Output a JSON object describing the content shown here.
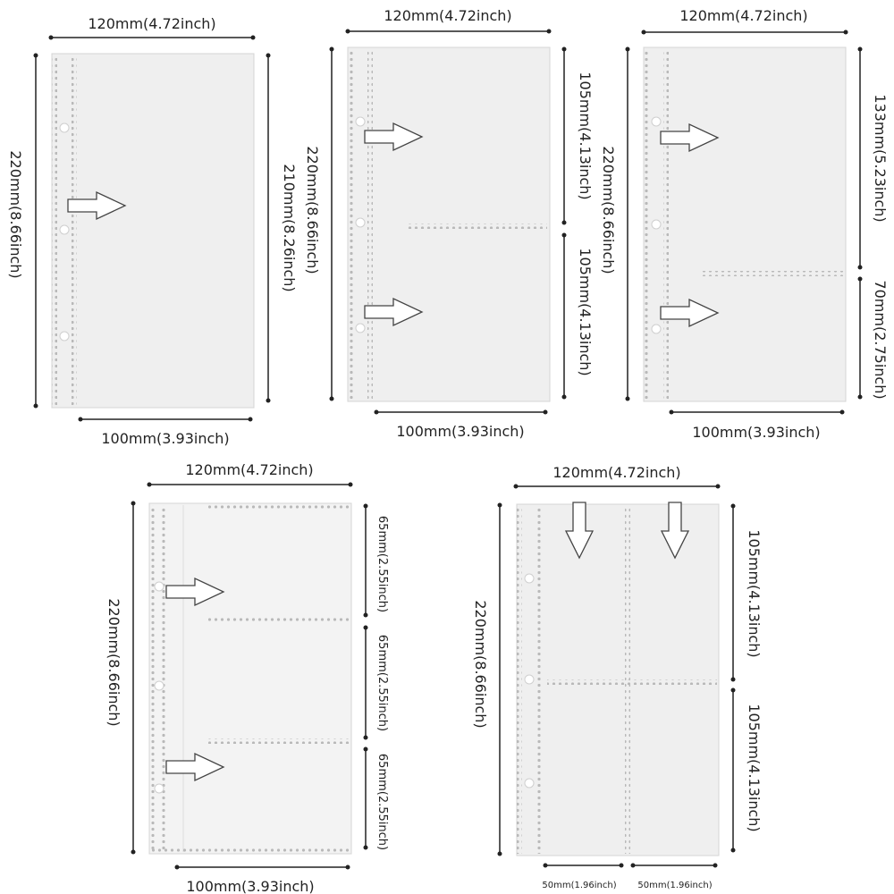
{
  "panels": [
    {
      "id": "1",
      "top_width_label": "120mm(4.72inch)",
      "left_height_label": "220mm(8.66inch)",
      "right_height_label": "210mm(8.26inch)",
      "bottom_width_label": "100mm(3.93inch)"
    },
    {
      "id": "2",
      "top_width_label": "120mm(4.72inch)",
      "left_height_label": "220mm(8.66inch)",
      "right_upper_label": "105mm(4.13inch)",
      "right_lower_label": "105mm(4.13inch)",
      "bottom_width_label": "100mm(3.93inch)"
    },
    {
      "id": "3",
      "top_width_label": "120mm(4.72inch)",
      "left_height_label": "220mm(8.66inch)",
      "right_upper_label": "133mm(5.23inch)",
      "right_lower_label": "70mm(2.75inch)",
      "bottom_width_label": "100mm(3.93inch)"
    },
    {
      "id": "4",
      "top_width_label": "120mm(4.72inch)",
      "left_height_label": "220mm(8.66inch)",
      "right_seg1_label": "65mm(2.55inch)",
      "right_seg2_label": "65mm(2.55inch)",
      "right_seg3_label": "65mm(2.55inch)",
      "bottom_width_label": "100mm(3.93inch)"
    },
    {
      "id": "5",
      "top_width_label": "120mm(4.72inch)",
      "left_height_label": "220mm(8.66inch)",
      "right_upper_label": "105mm(4.13inch)",
      "right_lower_label": "105mm(4.13inch)",
      "bottom_left_label": "50mm(1.96inch)",
      "bottom_right_label": "50mm(1.96inch)"
    }
  ]
}
